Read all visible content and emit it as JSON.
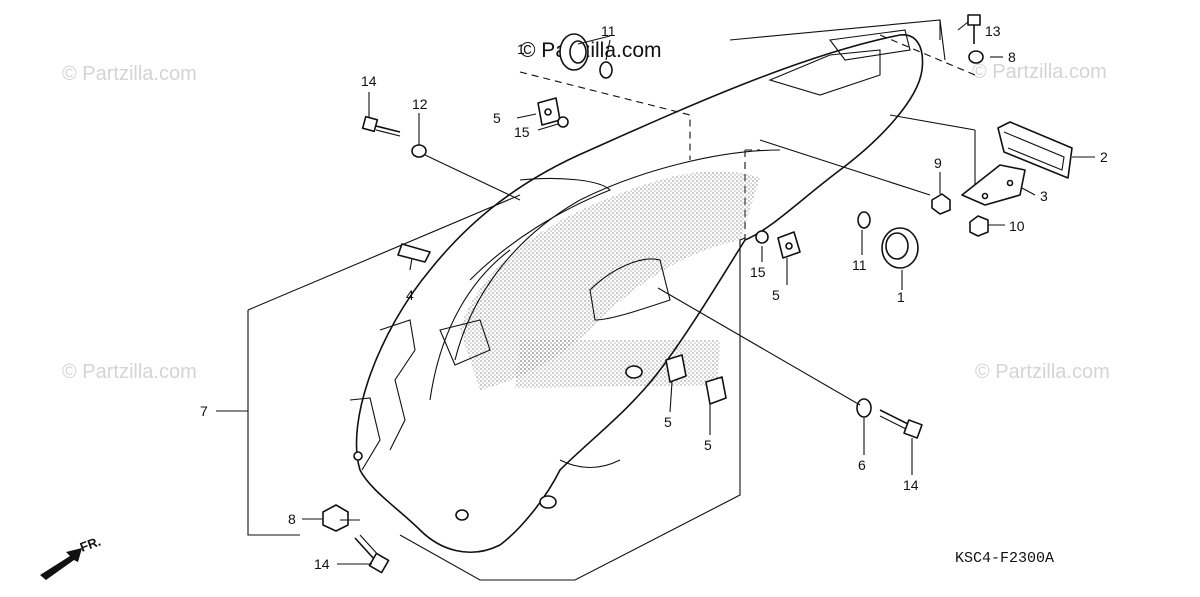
{
  "watermarks": {
    "top_left": "© Partzilla.com",
    "top_center": "© Partzilla.com",
    "top_right": "© Partzilla.com",
    "mid_left": "© Partzilla.com",
    "mid_right": "© Partzilla.com"
  },
  "diagram_code": "KSC4-F2300A",
  "direction_label": "FR.",
  "callouts": {
    "c1": "1",
    "c2": "2",
    "c3": "3",
    "c4": "4",
    "c5a": "5",
    "c5b": "5",
    "c5c": "5",
    "c5d": "5",
    "c6": "6",
    "c7": "7",
    "c8a": "8",
    "c8b": "8",
    "c9": "9",
    "c10": "10",
    "c11a": "11",
    "c11b": "11",
    "c12": "12",
    "c13": "13",
    "c14a": "14",
    "c14b": "14",
    "c14c": "14",
    "c15a": "15",
    "c15b": "15",
    "c1top": "1"
  }
}
